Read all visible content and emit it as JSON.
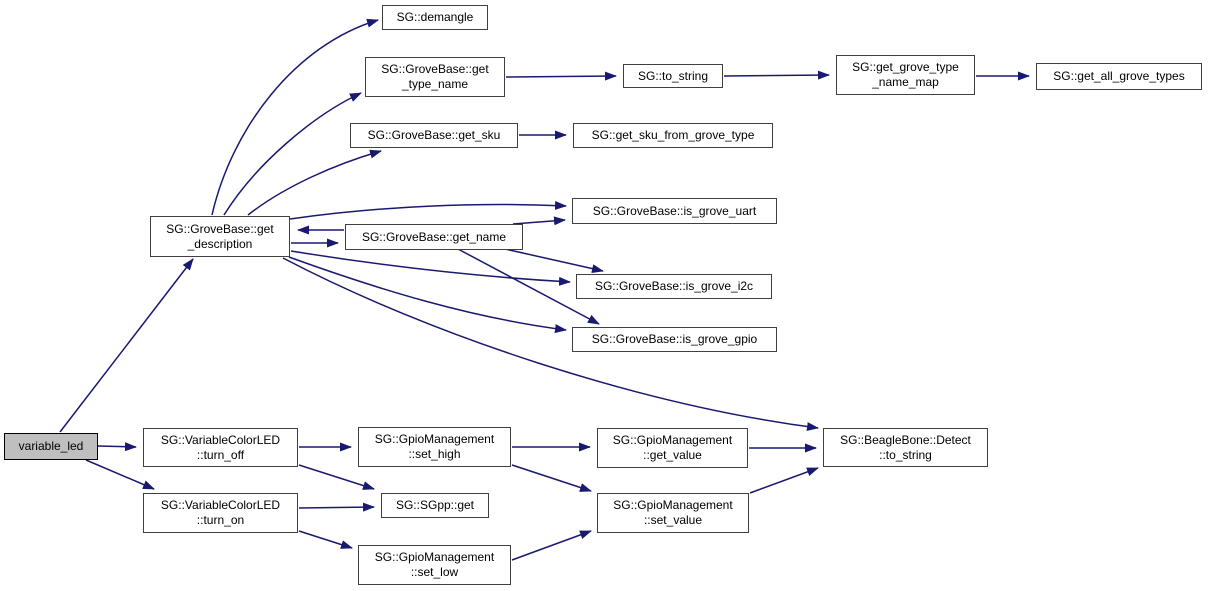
{
  "diagram": {
    "type": "call-graph",
    "root_function": "variable_led",
    "colors": {
      "background": "#ffffff",
      "edge": "#191970",
      "node_border": "#404040",
      "node_fill": "#ffffff",
      "highlight_node_fill": "#bfbfbf",
      "text": "#000000"
    },
    "nodes": [
      {
        "id": "variable_led",
        "label": "variable_led",
        "highlighted": true
      },
      {
        "id": "get_description",
        "label": "SG::GroveBase::get\n_description",
        "highlighted": false
      },
      {
        "id": "demangle",
        "label": "SG::demangle",
        "highlighted": false
      },
      {
        "id": "get_type_name",
        "label": "SG::GroveBase::get\n_type_name",
        "highlighted": false
      },
      {
        "id": "get_sku",
        "label": "SG::GroveBase::get_sku",
        "highlighted": false
      },
      {
        "id": "to_string",
        "label": "SG::to_string",
        "highlighted": false
      },
      {
        "id": "get_grove_type_name_map",
        "label": "SG::get_grove_type\n_name_map",
        "highlighted": false
      },
      {
        "id": "get_all_grove_types",
        "label": "SG::get_all_grove_types",
        "highlighted": false
      },
      {
        "id": "get_sku_from_grove_type",
        "label": "SG::get_sku_from_grove_type",
        "highlighted": false
      },
      {
        "id": "is_grove_uart",
        "label": "SG::GroveBase::is_grove_uart",
        "highlighted": false
      },
      {
        "id": "get_name",
        "label": "SG::GroveBase::get_name",
        "highlighted": false
      },
      {
        "id": "is_grove_i2c",
        "label": "SG::GroveBase::is_grove_i2c",
        "highlighted": false
      },
      {
        "id": "is_grove_gpio",
        "label": "SG::GroveBase::is_grove_gpio",
        "highlighted": false
      },
      {
        "id": "turn_off",
        "label": "SG::VariableColorLED\n::turn_off",
        "highlighted": false
      },
      {
        "id": "set_high",
        "label": "SG::GpioManagement\n::set_high",
        "highlighted": false
      },
      {
        "id": "get_value",
        "label": "SG::GpioManagement\n::get_value",
        "highlighted": false
      },
      {
        "id": "bb_detect_to_string",
        "label": "SG::BeagleBone::Detect\n::to_string",
        "highlighted": false
      },
      {
        "id": "turn_on",
        "label": "SG::VariableColorLED\n::turn_on",
        "highlighted": false
      },
      {
        "id": "sgpp_get",
        "label": "SG::SGpp::get",
        "highlighted": false
      },
      {
        "id": "set_value",
        "label": "SG::GpioManagement\n::set_value",
        "highlighted": false
      },
      {
        "id": "set_low",
        "label": "SG::GpioManagement\n::set_low",
        "highlighted": false
      }
    ],
    "edges": [
      {
        "from": "variable_led",
        "to": "get_description"
      },
      {
        "from": "variable_led",
        "to": "turn_off"
      },
      {
        "from": "variable_led",
        "to": "turn_on"
      },
      {
        "from": "get_description",
        "to": "demangle"
      },
      {
        "from": "get_description",
        "to": "get_type_name"
      },
      {
        "from": "get_description",
        "to": "get_sku"
      },
      {
        "from": "get_description",
        "to": "is_grove_uart"
      },
      {
        "from": "get_description",
        "to": "get_name"
      },
      {
        "from": "get_name",
        "to": "get_description"
      },
      {
        "from": "get_description",
        "to": "is_grove_i2c"
      },
      {
        "from": "get_description",
        "to": "is_grove_gpio"
      },
      {
        "from": "get_description",
        "to": "bb_detect_to_string"
      },
      {
        "from": "get_type_name",
        "to": "to_string"
      },
      {
        "from": "to_string",
        "to": "get_grove_type_name_map"
      },
      {
        "from": "get_grove_type_name_map",
        "to": "get_all_grove_types"
      },
      {
        "from": "get_sku",
        "to": "get_sku_from_grove_type"
      },
      {
        "from": "get_name",
        "to": "is_grove_uart"
      },
      {
        "from": "get_name",
        "to": "is_grove_i2c"
      },
      {
        "from": "get_name",
        "to": "is_grove_gpio"
      },
      {
        "from": "turn_off",
        "to": "set_high"
      },
      {
        "from": "turn_off",
        "to": "sgpp_get"
      },
      {
        "from": "turn_on",
        "to": "sgpp_get"
      },
      {
        "from": "turn_on",
        "to": "set_low"
      },
      {
        "from": "set_high",
        "to": "get_value"
      },
      {
        "from": "set_high",
        "to": "set_value"
      },
      {
        "from": "set_low",
        "to": "set_value"
      },
      {
        "from": "get_value",
        "to": "bb_detect_to_string"
      },
      {
        "from": "set_value",
        "to": "bb_detect_to_string"
      }
    ]
  }
}
